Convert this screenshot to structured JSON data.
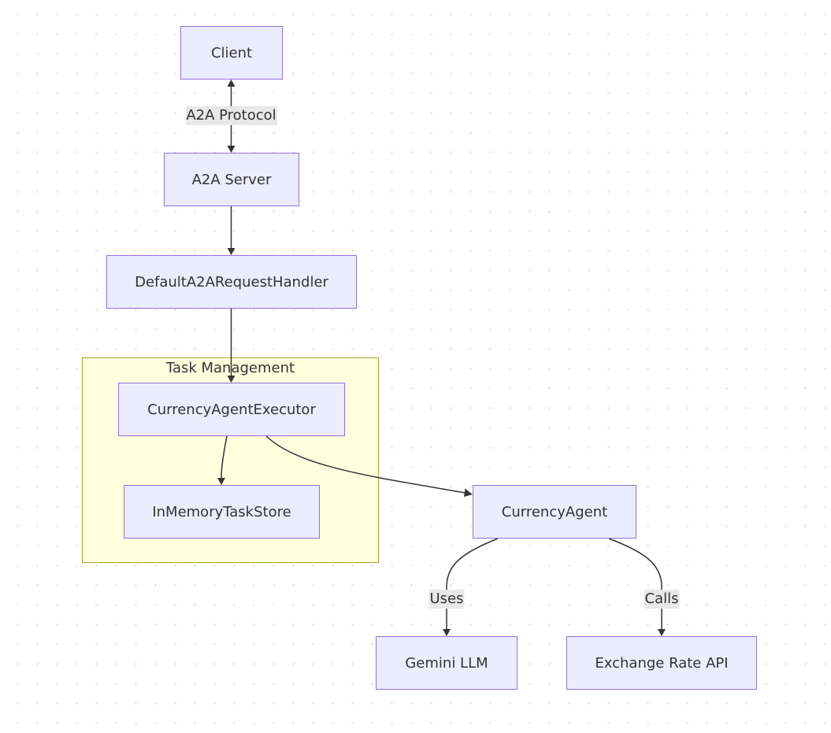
{
  "diagram": {
    "nodes": {
      "client": "Client",
      "a2a_server": "A2A Server",
      "request_handler": "DefaultA2ARequestHandler",
      "executor": "CurrencyAgentExecutor",
      "task_store": "InMemoryTaskStore",
      "currency_agent": "CurrencyAgent",
      "gemini": "Gemini LLM",
      "exchange_api": "Exchange Rate API"
    },
    "cluster": {
      "title": "Task Management"
    },
    "edge_labels": {
      "client_server": "A2A Protocol",
      "agent_gemini": "Uses",
      "agent_exchange": "Calls"
    }
  },
  "colors": {
    "node_fill": "#ececff",
    "node_stroke": "#9370db",
    "cluster_fill": "#ffffde",
    "cluster_stroke": "#aaaa33",
    "edge": "#333333",
    "edge_label_bg": "#e8e8e8"
  }
}
